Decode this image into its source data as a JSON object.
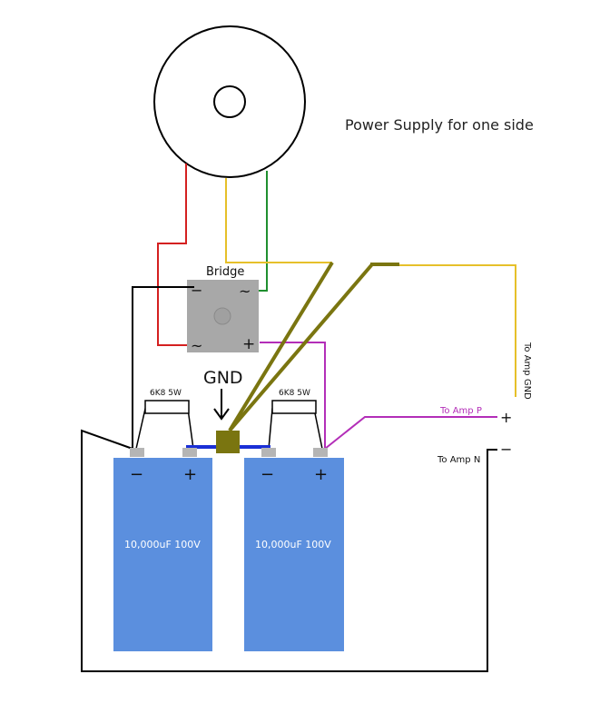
{
  "title": "Power Supply for one side",
  "bridge": {
    "label": "Bridge",
    "minus": "−",
    "ac1": "~",
    "ac2": "~",
    "plus": "+"
  },
  "gnd_label": "GND",
  "resistors": [
    {
      "label": "6K8 5W"
    },
    {
      "label": "6K8 5W"
    }
  ],
  "capacitors": [
    {
      "label": "10,000uF 100V",
      "minus": "−",
      "plus": "+"
    },
    {
      "label": "10,000uF 100V",
      "minus": "−",
      "plus": "+"
    }
  ],
  "outputs": {
    "gnd": {
      "label": "To Amp GND"
    },
    "p": {
      "label": "To Amp P",
      "symbol": "+"
    },
    "n": {
      "label": "To Amp N",
      "symbol": "−"
    }
  },
  "colors": {
    "background": "#ffffff",
    "capacitor": "#5b8fde",
    "terminal": "#b5b5b5",
    "bridge": "#a8a8a8",
    "ground_block": "#7a7510",
    "ground_bar": "#1a2fd6",
    "wire_red": "#d42020",
    "wire_green": "#1f8f2f",
    "wire_yellow": "#e6c02a",
    "wire_black": "#000000",
    "wire_purple": "#b32eb8",
    "wire_olive": "#7a7510"
  }
}
